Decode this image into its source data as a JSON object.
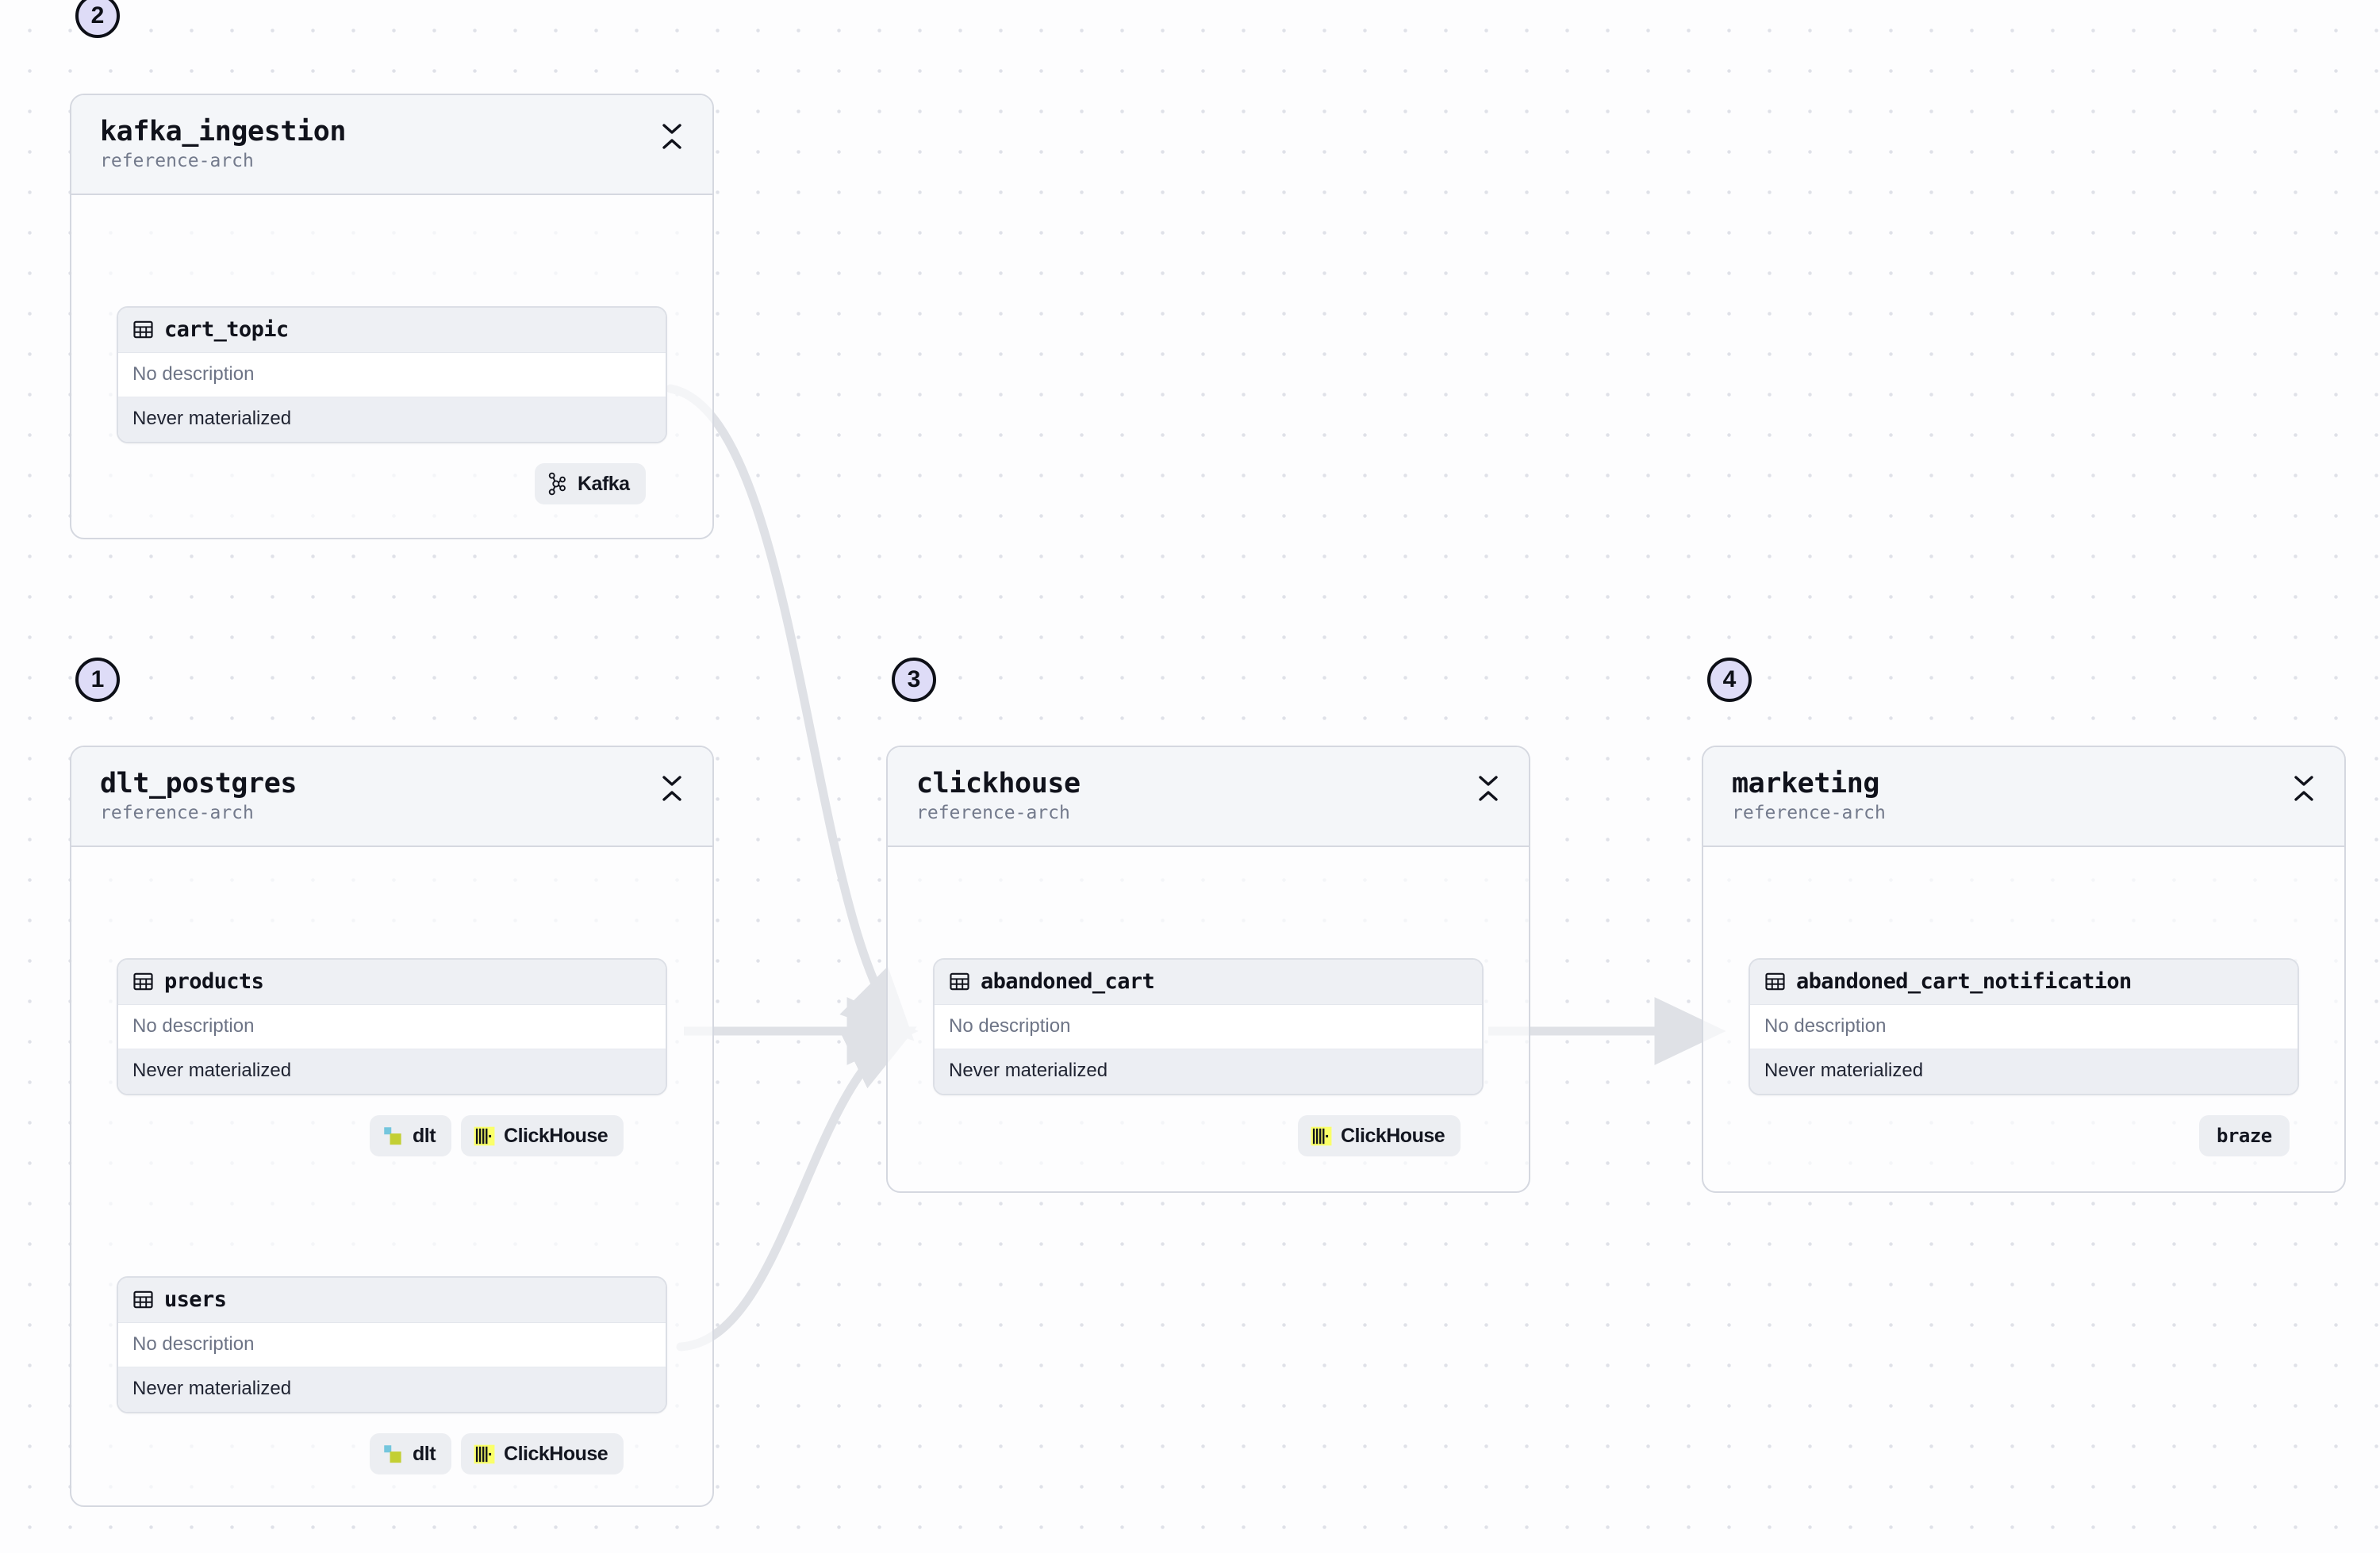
{
  "canvas": {
    "background_color": "#fdfdfe",
    "dot_color": "#dfe1e8",
    "edge_color": "#dfe1e6",
    "badge_fill": "#dedcf7",
    "badge_border": "#0d0f17"
  },
  "groups": [
    {
      "id": "kafka_ingestion",
      "step": "2",
      "title": "kafka_ingestion",
      "subtitle": "reference-arch",
      "collapse_icon": "chevron-collapse-icon",
      "tables": [
        {
          "id": "cart_topic",
          "icon": "table-icon",
          "title": "cart_topic",
          "description": "No description",
          "materialization": "Never materialized",
          "badges": [
            {
              "label": "Kafka",
              "icon": "kafka-icon"
            }
          ]
        }
      ]
    },
    {
      "id": "dlt_postgres",
      "step": "1",
      "title": "dlt_postgres",
      "subtitle": "reference-arch",
      "collapse_icon": "chevron-collapse-icon",
      "tables": [
        {
          "id": "products",
          "icon": "table-icon",
          "title": "products",
          "description": "No description",
          "materialization": "Never materialized",
          "badges": [
            {
              "label": "dlt",
              "icon": "dlt-icon"
            },
            {
              "label": "ClickHouse",
              "icon": "clickhouse-icon"
            }
          ]
        },
        {
          "id": "users",
          "icon": "table-icon",
          "title": "users",
          "description": "No description",
          "materialization": "Never materialized",
          "badges": [
            {
              "label": "dlt",
              "icon": "dlt-icon"
            },
            {
              "label": "ClickHouse",
              "icon": "clickhouse-icon"
            }
          ]
        }
      ]
    },
    {
      "id": "clickhouse",
      "step": "3",
      "title": "clickhouse",
      "subtitle": "reference-arch",
      "collapse_icon": "chevron-collapse-icon",
      "tables": [
        {
          "id": "abandoned_cart",
          "icon": "table-icon",
          "title": "abandoned_cart",
          "description": "No description",
          "materialization": "Never materialized",
          "badges": [
            {
              "label": "ClickHouse",
              "icon": "clickhouse-icon"
            }
          ]
        }
      ]
    },
    {
      "id": "marketing",
      "step": "4",
      "title": "marketing",
      "subtitle": "reference-arch",
      "collapse_icon": "chevron-collapse-icon",
      "tables": [
        {
          "id": "abandoned_cart_notification",
          "icon": "table-icon",
          "title": "abandoned_cart_notification",
          "description": "No description",
          "materialization": "Never materialized",
          "badges": [
            {
              "label": "braze",
              "icon": "braze-wordmark"
            }
          ]
        }
      ]
    }
  ],
  "edges": [
    {
      "from": "cart_topic",
      "to": "abandoned_cart",
      "style": "curved"
    },
    {
      "from": "products",
      "to": "abandoned_cart",
      "style": "straight"
    },
    {
      "from": "users",
      "to": "abandoned_cart",
      "style": "curved"
    },
    {
      "from": "abandoned_cart",
      "to": "abandoned_cart_notification",
      "style": "straight"
    }
  ]
}
